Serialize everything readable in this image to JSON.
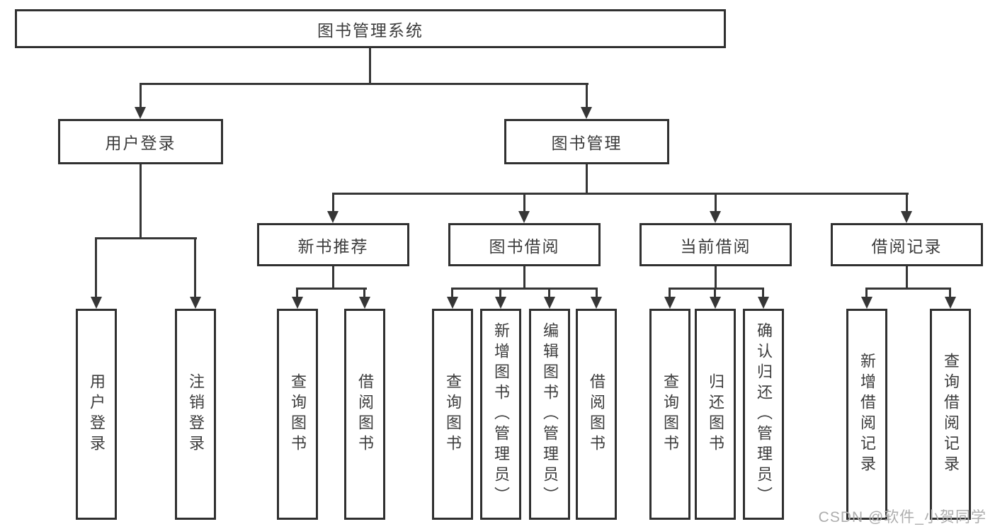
{
  "diagram": {
    "type": "hierarchy-tree",
    "root": {
      "label": "图书管理系统"
    },
    "branches": [
      {
        "label": "用户登录"
      },
      {
        "label": "图书管理"
      }
    ],
    "modules": [
      {
        "label": "新书推荐",
        "parent": "图书管理"
      },
      {
        "label": "图书借阅",
        "parent": "图书管理"
      },
      {
        "label": "当前借阅",
        "parent": "图书管理"
      },
      {
        "label": "借阅记录",
        "parent": "图书管理"
      }
    ],
    "leaves": [
      {
        "label": "用户登录",
        "parent": "用户登录"
      },
      {
        "label": "注销登录",
        "parent": "用户登录"
      },
      {
        "label": "查询图书",
        "parent": "新书推荐"
      },
      {
        "label": "借阅图书",
        "parent": "新书推荐"
      },
      {
        "label": "查询图书",
        "parent": "图书借阅"
      },
      {
        "label": "新增图书（管理员）",
        "parent": "图书借阅"
      },
      {
        "label": "编辑图书（管理员）",
        "parent": "图书借阅"
      },
      {
        "label": "借阅图书",
        "parent": "图书借阅"
      },
      {
        "label": "查询图书",
        "parent": "当前借阅"
      },
      {
        "label": "归还图书",
        "parent": "当前借阅"
      },
      {
        "label": "确认归还（管理员）",
        "parent": "当前借阅"
      },
      {
        "label": "新增借阅记录",
        "parent": "借阅记录"
      },
      {
        "label": "查询借阅记录",
        "parent": "借阅记录"
      }
    ]
  },
  "colors": {
    "line": "#363636",
    "box_border": "#303030",
    "text": "#3c3c3c",
    "watermark": "#adadad",
    "background": "#ffffff"
  },
  "watermark": {
    "text": "CSDN @软件_小贺同学"
  }
}
